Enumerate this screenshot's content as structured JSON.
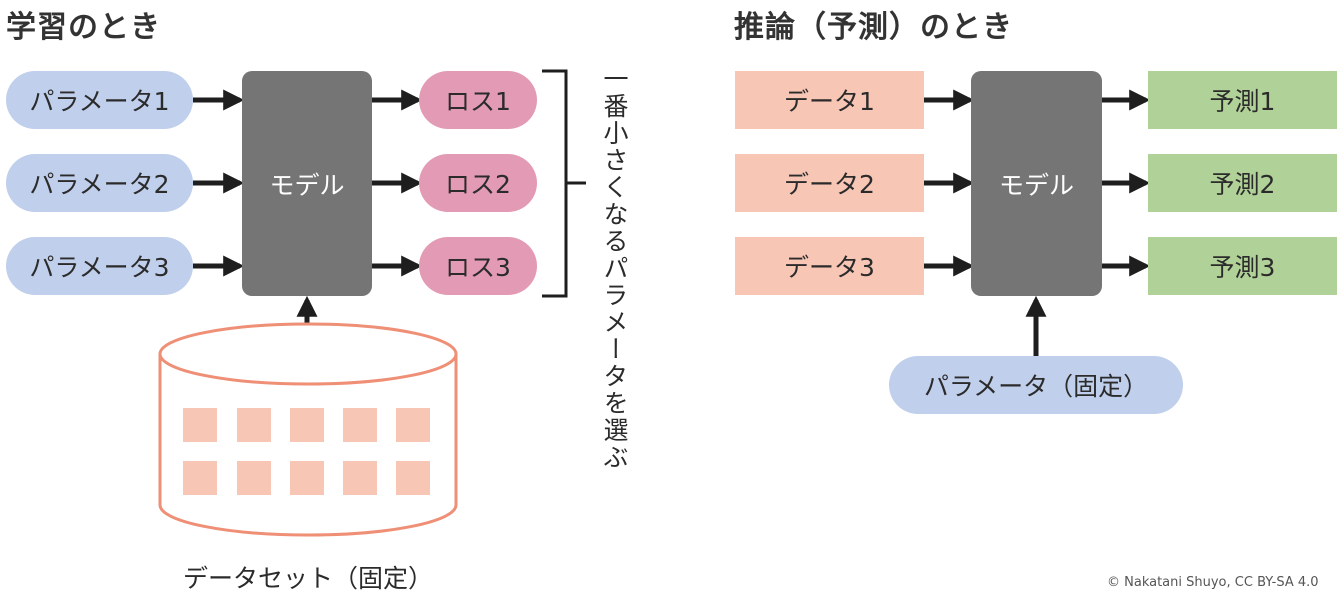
{
  "training": {
    "title": "学習のとき",
    "params": [
      "パラメータ1",
      "パラメータ2",
      "パラメータ3"
    ],
    "model": "モデル",
    "losses": [
      "ロス1",
      "ロス2",
      "ロス3"
    ],
    "bracket_label": "一番小さくなるパラメータを選ぶ",
    "dataset_label": "データセット（固定）"
  },
  "inference": {
    "title": "推論（予測）のとき",
    "data": [
      "データ1",
      "データ2",
      "データ3"
    ],
    "model": "モデル",
    "predictions": [
      "予測1",
      "予測2",
      "予測3"
    ],
    "fixed_param": "パラメータ（固定）"
  },
  "credit": "© Nakatani Shuyo, CC BY-SA 4.0",
  "colors": {
    "param": "#c0cfec",
    "loss": "#e39ab4",
    "data": "#f8c6b5",
    "prediction": "#b0d197",
    "model": "#767575",
    "dataset_outline": "#ee8f76",
    "dataset_cells": "#f8c6b5",
    "arrow": "#1e1e1e"
  }
}
